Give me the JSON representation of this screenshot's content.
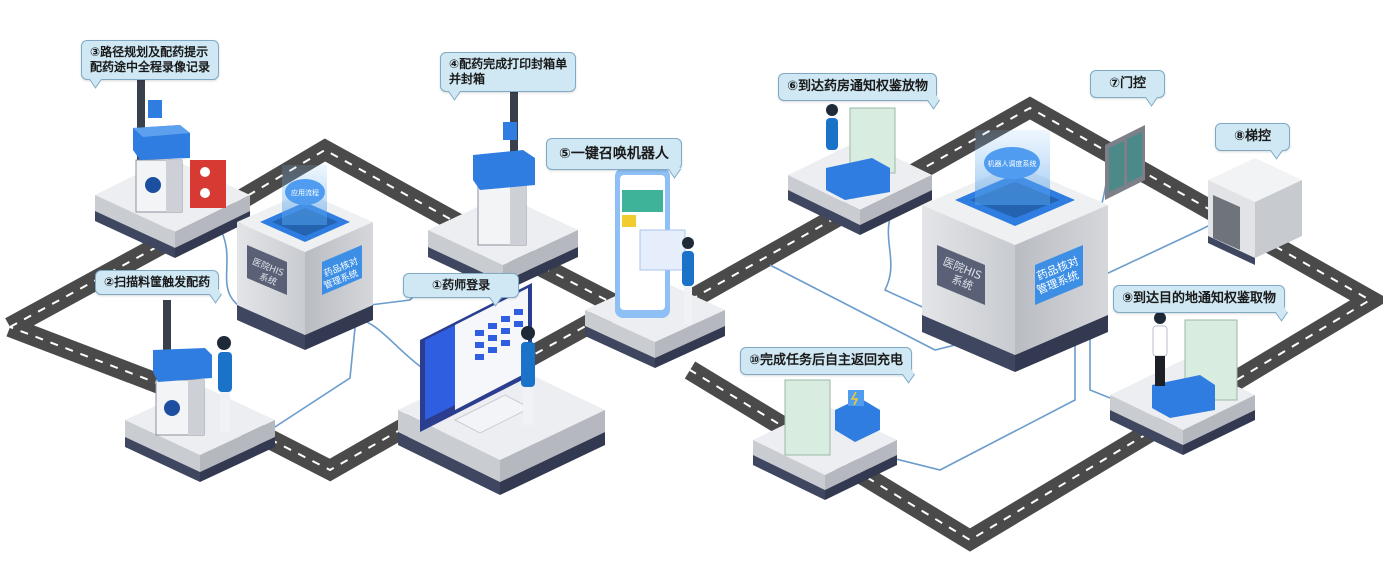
{
  "diagram": {
    "title": "",
    "steps": [
      {
        "id": 1,
        "label": "①药师登录"
      },
      {
        "id": 2,
        "label": "②扫描料筐触发配药"
      },
      {
        "id": 3,
        "label_line1": "③路径规划及配药提示",
        "label_line2": "配药途中全程录像记录"
      },
      {
        "id": 4,
        "label_line1": "④配药完成打印封箱单",
        "label_line2": "并封箱"
      },
      {
        "id": 5,
        "label": "⑤一键召唤机器人"
      },
      {
        "id": 6,
        "label": "⑥到达药房通知权鉴放物"
      },
      {
        "id": 7,
        "label": "⑦门控"
      },
      {
        "id": 8,
        "label": "⑧梯控"
      },
      {
        "id": 9,
        "label": "⑨到达目的地通知权鉴取物"
      },
      {
        "id": 10,
        "label": "⑩完成任务后自主返回充电"
      }
    ],
    "servers": [
      {
        "name": "left-server",
        "cloud_label": "应用流程",
        "panel_left": {
          "line1": "医院HIS",
          "line2": "系统"
        },
        "panel_right": {
          "line1": "药品核对",
          "line2": "管理系统"
        }
      },
      {
        "name": "right-server",
        "cloud_label": "机器人调度系统",
        "panel_left": {
          "line1": "医院HIS",
          "line2": "系统"
        },
        "panel_right": {
          "line1": "药品核对",
          "line2": "管理系统"
        }
      }
    ],
    "colors": {
      "road": "#4a4a4a",
      "road_dash": "#ffffff",
      "platform_top": "#eceef1",
      "platform_side": "#c9ccd1",
      "platform_base": "#3f4660",
      "callout_bg": "#cfe8f4",
      "callout_border": "#7fa9c4",
      "accent_blue": "#2f7de1",
      "wire": "#6b9ccc",
      "server_body": "#d7d9dd",
      "panel_blue": "#3d8fe6",
      "panel_dark": "#5a6177"
    }
  }
}
